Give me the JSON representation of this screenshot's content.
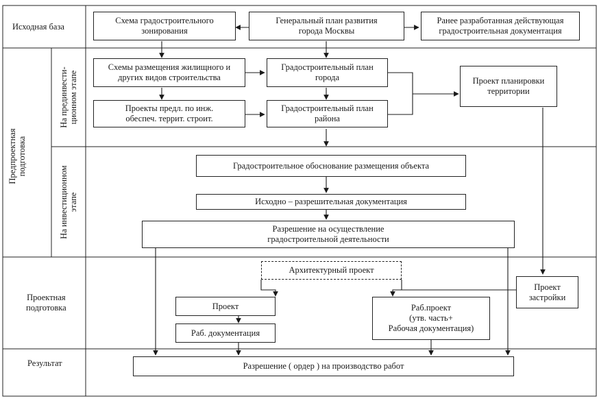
{
  "rows": {
    "base": "Исходная база",
    "pre_project": "Предпроектная подготовка",
    "pre_invest": "На прединвести-\nционном  этапе",
    "invest": "На инвестиционном\nэтапе",
    "project": "Проектная\nподготовка",
    "result": "Результат"
  },
  "boxes": {
    "zoning": "Схема градостроительного\nзонирования",
    "general_plan": "Генеральный план развития\nгорода Москвы",
    "existing_docs": "Ранее разработанная действующая\nградостроительная  документация",
    "housing_schemes": "Схемы размещения жилищного и\nдругих видов строительства",
    "city_plan": "Градостроительный план\nгорода",
    "engineering": "Проекты предл. по инж.\nобеспеч. террит. строит.",
    "district_plan": "Градостроительный план\nрайона",
    "planning_project": "Проект планировки\nтерритории",
    "justification": "Градостроительное обоснование размещения объекта",
    "permit_docs": "Исходно – разрешительная документация",
    "permission": "Разрешение на осуществление\nградостроительной деятельности",
    "architectural": "Архитектурный проект",
    "project": "Проект",
    "working_docs": "Раб. документация",
    "working_project": "Раб.проект\n(утв. часть+\nРабочая документация)",
    "development_project": "Проект\nзастройки",
    "work_permit": "Разрешение ( ордер ) на производство работ"
  }
}
